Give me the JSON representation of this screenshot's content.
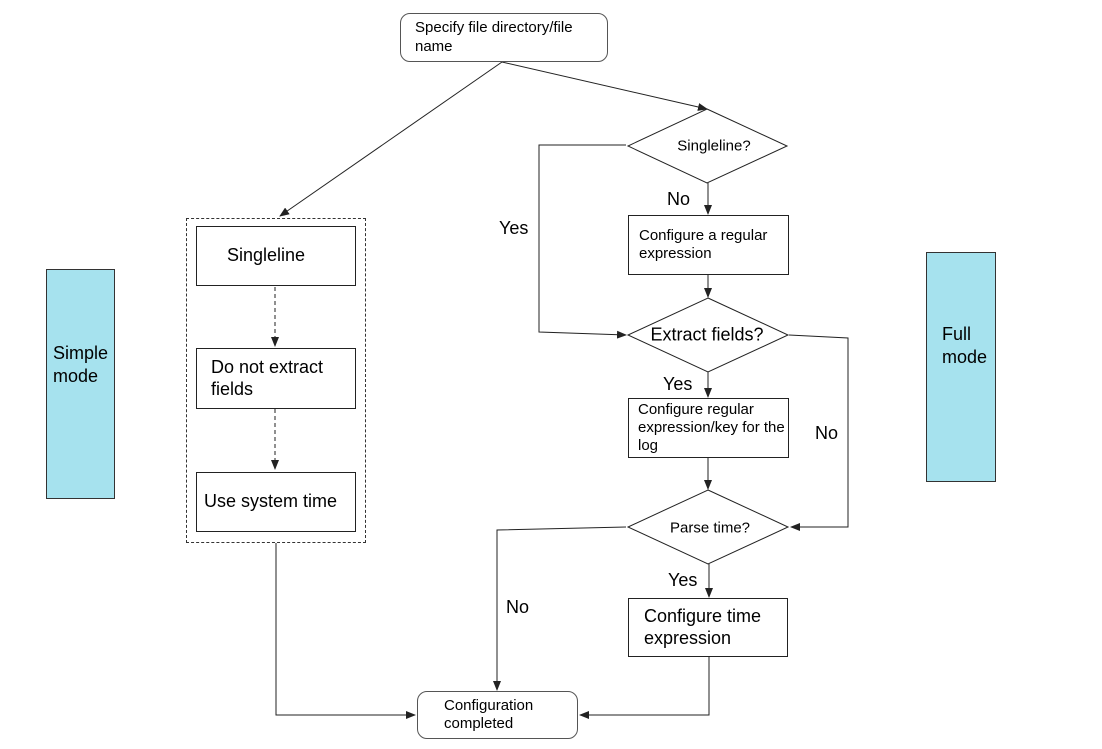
{
  "nodes": {
    "start": "Specify file directory/file name",
    "singleline_q": "Singleline?",
    "configure_regex": "Configure a regular expression",
    "extract_q": "Extract fields?",
    "configure_regex_key": "Configure regular expression/key for the log",
    "parse_time_q": "Parse time?",
    "configure_time": "Configure time expression",
    "end": "Configuration completed",
    "simple_singleline": "Singleline",
    "simple_no_extract": "Do not extract fields",
    "simple_system_time": "Use system time"
  },
  "modes": {
    "simple": "Simple mode",
    "full": "Full mode"
  },
  "edge_labels": {
    "singleline_yes": "Yes",
    "singleline_no": "No",
    "extract_yes": "Yes",
    "extract_no": "No",
    "parse_yes": "Yes",
    "parse_no": "No"
  },
  "colors": {
    "mode_fill": "#a6e2ee",
    "line": "#222222"
  }
}
